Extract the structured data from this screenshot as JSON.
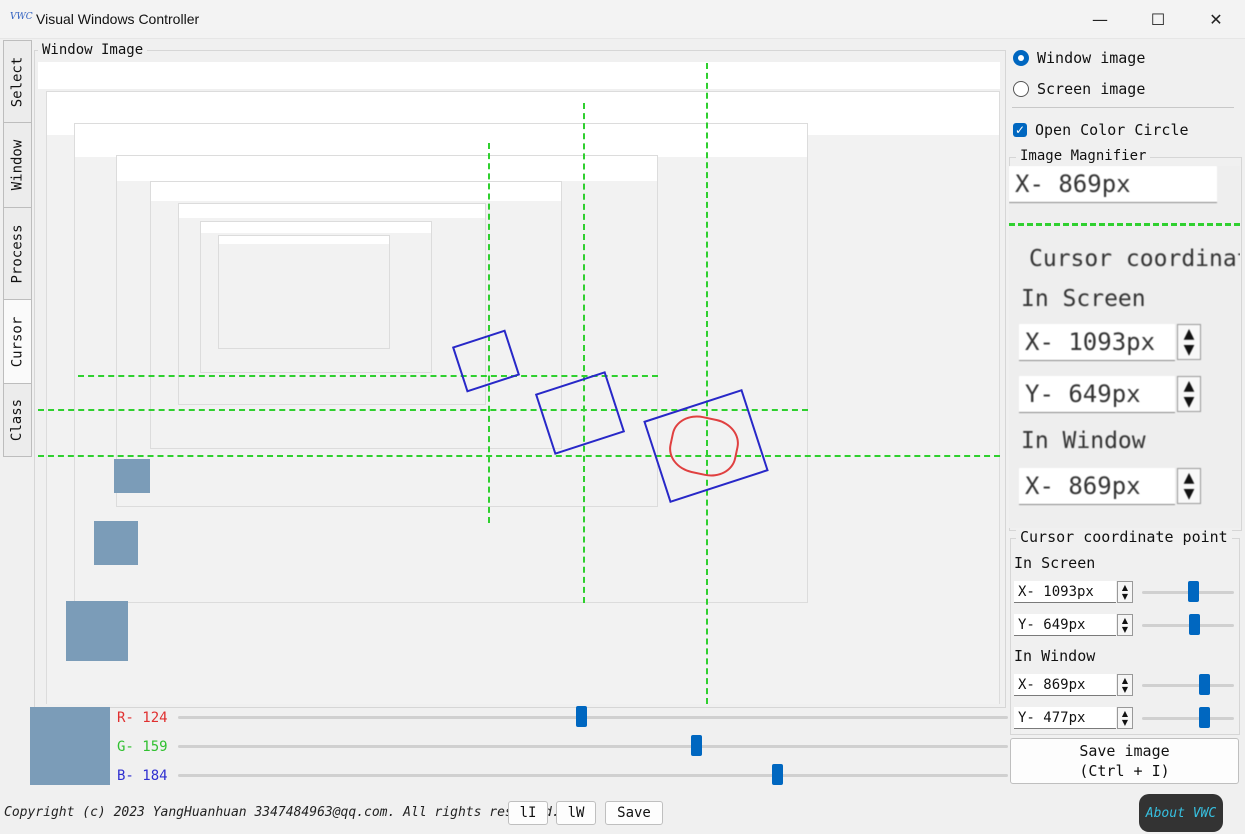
{
  "window": {
    "title": "Visual Windows Controller",
    "icon_text": "VWC",
    "minimize": "—",
    "maximize": "☐",
    "close": "✕"
  },
  "tabs": [
    {
      "label": "Select"
    },
    {
      "label": "Window"
    },
    {
      "label": "Process"
    },
    {
      "label": "Cursor"
    },
    {
      "label": "Class"
    }
  ],
  "image_group": {
    "title": "Window Image"
  },
  "source": {
    "window_image_label": "Window image",
    "screen_image_label": "Screen image",
    "selected": "window"
  },
  "color_circle": {
    "label": "Open Color Circle",
    "checked": true
  },
  "magnifier": {
    "title": "Image Magnifier",
    "lines": {
      "x_top": "X- 869px",
      "heading": "Cursor coordinat",
      "in_screen": "In Screen",
      "x": "X- 1093px",
      "y": "Y- 649px",
      "in_window": "In Window",
      "wx": "X- 869px"
    }
  },
  "cursor_point": {
    "title": "Cursor coordinate point",
    "in_screen_label": "In Screen",
    "screen_x": "X- 1093px",
    "screen_y": "Y- 649px",
    "in_window_label": "In Window",
    "window_x": "X- 869px",
    "window_y": "Y- 477px",
    "slider_fraction": {
      "screen_x": 0.55,
      "screen_y": 0.57,
      "window_x": 0.67,
      "window_y": 0.67
    }
  },
  "save_image": {
    "label": "Save image\n(Ctrl + I)"
  },
  "color": {
    "swatch": "#7b9cb8",
    "r_label": "R- 124",
    "g_label": "G- 159",
    "b_label": "B- 184",
    "r_fraction": 0.486,
    "g_fraction": 0.624,
    "b_fraction": 0.722,
    "r_color": "#e03030",
    "g_color": "#30c030",
    "b_color": "#3030d0"
  },
  "footer": {
    "copyright": "Copyright (c) 2023 YangHuanhuan 3347484963@qq.com. All rights reserved.",
    "btn_li": "lI",
    "btn_lw": "lW",
    "btn_save": "Save",
    "about": "About VWC"
  }
}
